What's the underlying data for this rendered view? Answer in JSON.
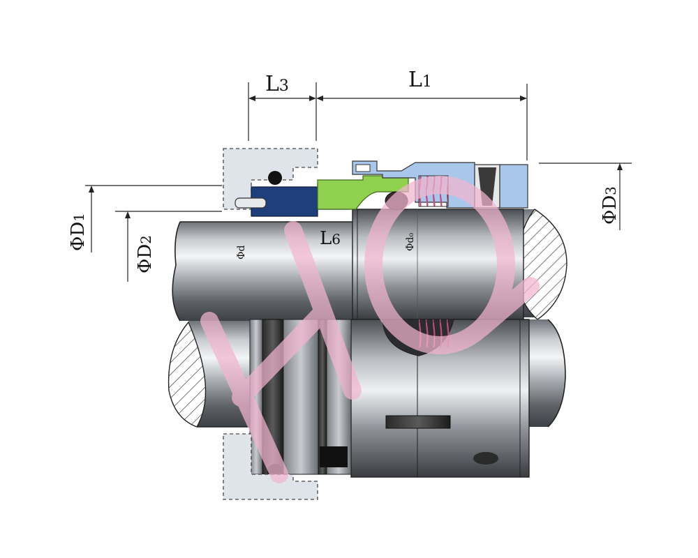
{
  "dimensions": {
    "L3": {
      "base": "L",
      "sub": "3"
    },
    "L1": {
      "base": "L",
      "sub": "1"
    },
    "L6": {
      "base": "L",
      "sub": "6"
    },
    "D1": {
      "base": "ΦD",
      "sub": "1"
    },
    "D2": {
      "base": "ΦD",
      "sub": "2"
    },
    "D3": {
      "base": "ΦD",
      "sub": "3"
    },
    "d": "Φd",
    "d0": "Φd₀"
  },
  "watermark": "HQ",
  "colors": {
    "green_ring": "#8fd14f",
    "blue_ring": "#1f3f7a",
    "light_blue": "#a9c7ea",
    "gland": "#dfe3ea",
    "watermark": "#f2b5cf"
  }
}
